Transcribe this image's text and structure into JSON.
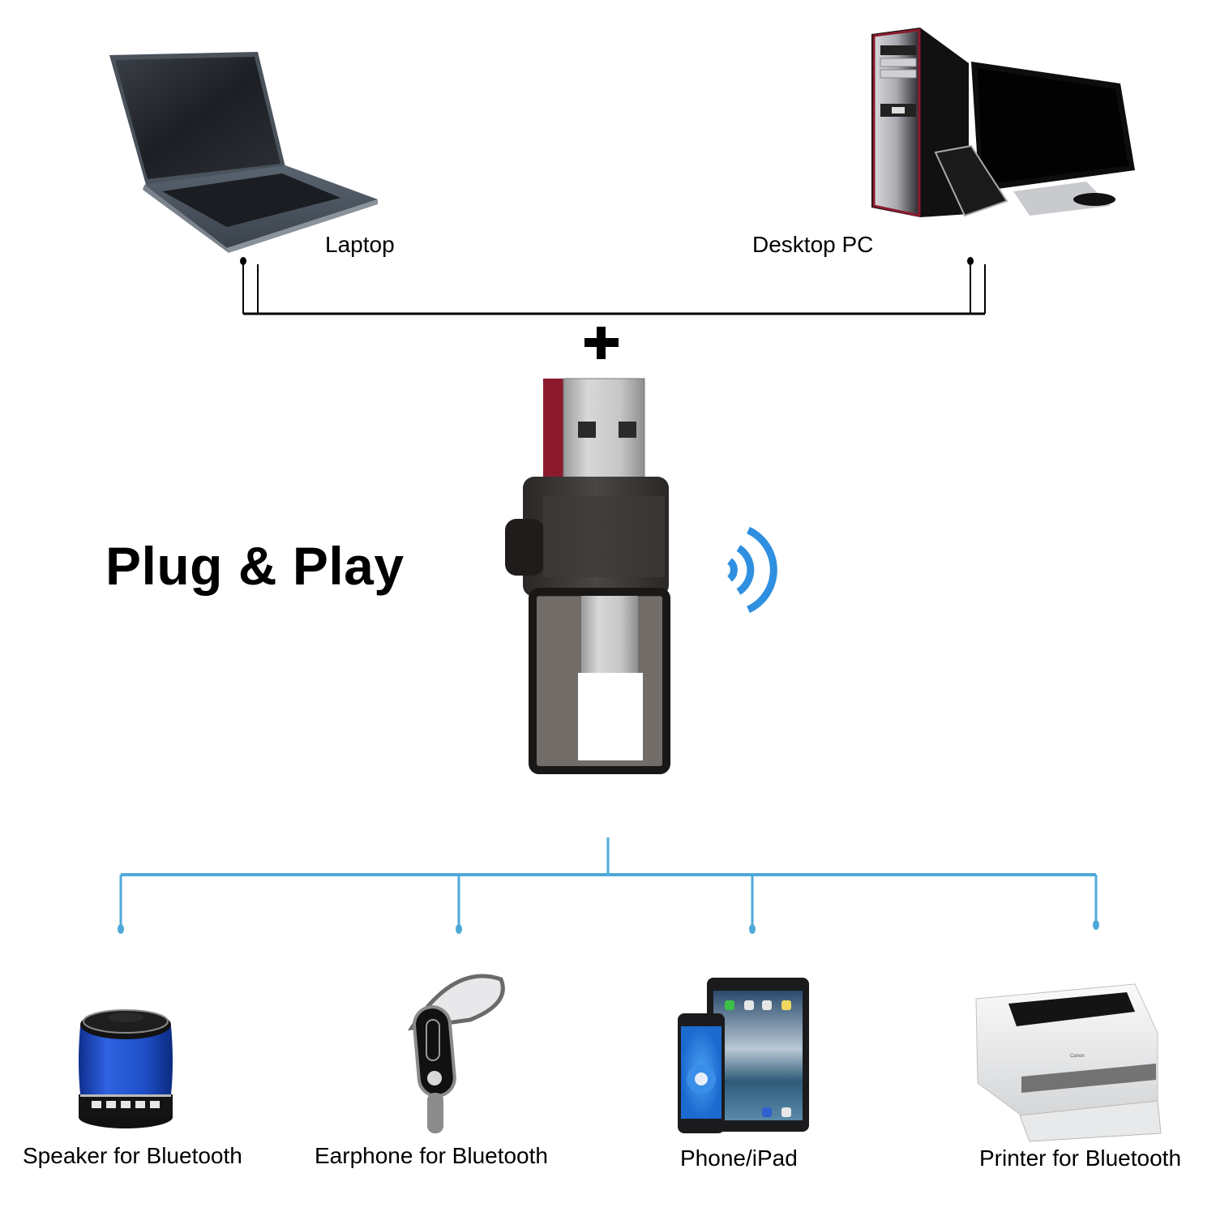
{
  "title": "Plug & Play",
  "hosts": {
    "laptop": {
      "label": "Laptop",
      "icon": "laptop-icon"
    },
    "desktop": {
      "label": "Desktop PC",
      "icon": "desktop-pc-icon"
    }
  },
  "connector_symbol": "+",
  "adapter": {
    "icon": "usb-bluetooth-adapter-icon",
    "signal_icon": "wireless-signal-icon"
  },
  "devices": [
    {
      "label": "Speaker for Bluetooth",
      "icon": "speaker-icon"
    },
    {
      "label": "Earphone for Bluetooth",
      "icon": "earphone-icon"
    },
    {
      "label": "Phone/iPad",
      "icon": "phone-tablet-icon"
    },
    {
      "label": "Printer for Bluetooth",
      "icon": "printer-icon"
    }
  ],
  "colors": {
    "host_connector_line": "#000000",
    "device_connector_line": "#4fa9d8",
    "signal": "#2f8fe0",
    "speaker_blue": "#1e4fc8",
    "usb_red": "#8b1a2e"
  }
}
